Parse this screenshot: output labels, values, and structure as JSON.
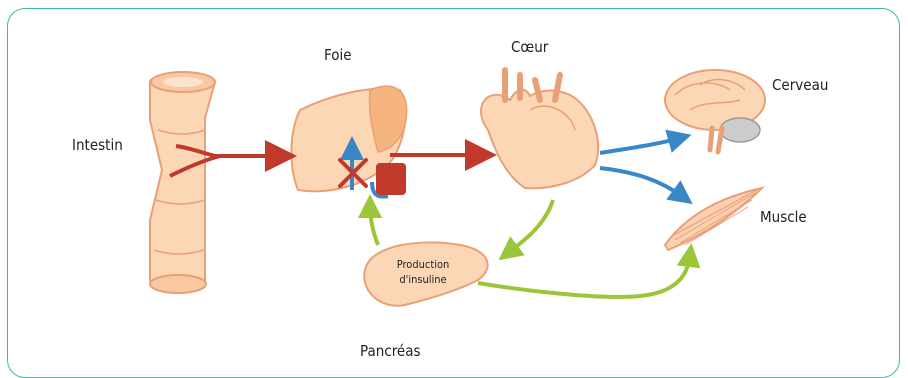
{
  "labels": {
    "intestin": "Intestin",
    "foie": "Foie",
    "coeur": "Cœur",
    "cerveau": "Cerveau",
    "muscle": "Muscle",
    "pancreas": "Pancréas",
    "production_insuline_line1": "Production",
    "production_insuline_line2": "d'insuline"
  },
  "colors": {
    "frame": "#3fb8a6",
    "organ_fill": "#fcd7b6",
    "organ_stroke": "#e8a078",
    "glucose_arrow": "#c0392b",
    "distribution_arrow": "#3a87c8",
    "insulin_arrow": "#9cc63a",
    "blocked_mark": "#c0392b"
  }
}
